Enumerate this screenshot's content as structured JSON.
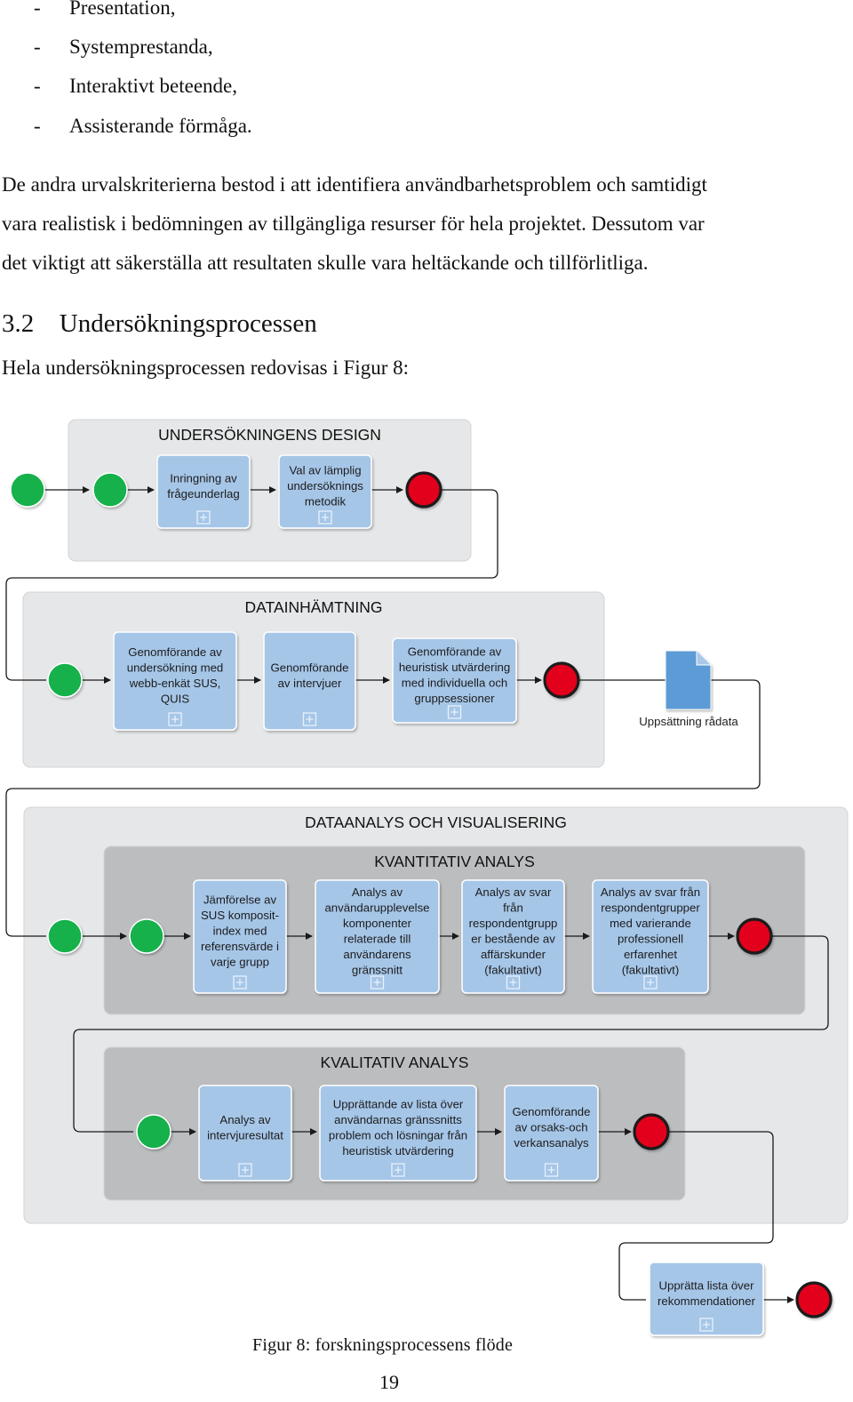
{
  "bullets": [
    "Presentation,",
    "Systemprestanda,",
    "Interaktivt beteende,",
    "Assisterande förmåga."
  ],
  "bullet_marker": "-",
  "paragraph": [
    "De andra urvalskriterierna bestod i att identifiera användbarhetsproblem och samtidigt",
    "vara realistisk i bedömningen av tillgängliga resurser för hela projektet. Dessutom var",
    "det viktigt att säkerställa att resultaten skulle vara heltäckande och tillförlitliga."
  ],
  "section": {
    "number": "3.2",
    "title": "Undersökningsprocessen"
  },
  "intro": "Hela undersökningsprocessen redovisas i Figur 8:",
  "diagram": {
    "colors": {
      "start": "#14b14b",
      "end": "#e3001b",
      "task": "#a6c6e8",
      "pool": "#e6e7e8",
      "subpool": "#bcbdbf",
      "doc": "#5b9bd5",
      "arrow": "#1a1a1a"
    },
    "design": {
      "title": "UNDERSÖKNINGENS DESIGN",
      "tasks": [
        [
          "Inringning av",
          "frågeunderlag"
        ],
        [
          "Val av lämplig",
          "undersöknings",
          "metodik"
        ]
      ]
    },
    "collection": {
      "title": "DATAINHÄMTNING",
      "tasks": [
        [
          "Genomförande av",
          "undersökning med",
          "webb-enkät SUS,",
          "QUIS"
        ],
        [
          "Genomförande",
          "av intervjuer"
        ],
        [
          "Genomförande av",
          "heuristisk utvärdering",
          "med individuella och",
          "gruppsessioner"
        ]
      ],
      "document": "Uppsättning rådata"
    },
    "analysis": {
      "title": "DATAANALYS OCH VISUALISERING",
      "quant": {
        "title": "KVANTITATIV ANALYS",
        "tasks": [
          [
            "Jämförelse av",
            "SUS komposit-",
            "index med",
            "referensvärde i",
            "varje grupp"
          ],
          [
            "Analys av",
            "användarupplevelse",
            "komponenter",
            "relaterade till",
            "användarens",
            "gränssnitt"
          ],
          [
            "Analys av svar",
            "från",
            "respondentgrupp",
            "er bestående av",
            "affärskunder",
            "(fakultativt)"
          ],
          [
            "Analys av svar från",
            "respondentgrupper",
            "med varierande",
            "professionell",
            "erfarenhet",
            "(fakultativt)"
          ]
        ]
      },
      "qual": {
        "title": "KVALITATIV ANALYS",
        "tasks": [
          [
            "Analys av",
            "intervjuresultat"
          ],
          [
            "Upprättande av lista över",
            "användarnas gränssnitts",
            "problem och lösningar från",
            "heuristisk utvärdering"
          ],
          [
            "Genomförande",
            "av orsaks-och",
            "verkansanalys"
          ]
        ]
      }
    },
    "final": {
      "task": [
        "Upprätta lista över",
        "rekommendationer"
      ]
    }
  },
  "caption": "Figur 8: forskningsprocessens flöde",
  "page_number": "19"
}
